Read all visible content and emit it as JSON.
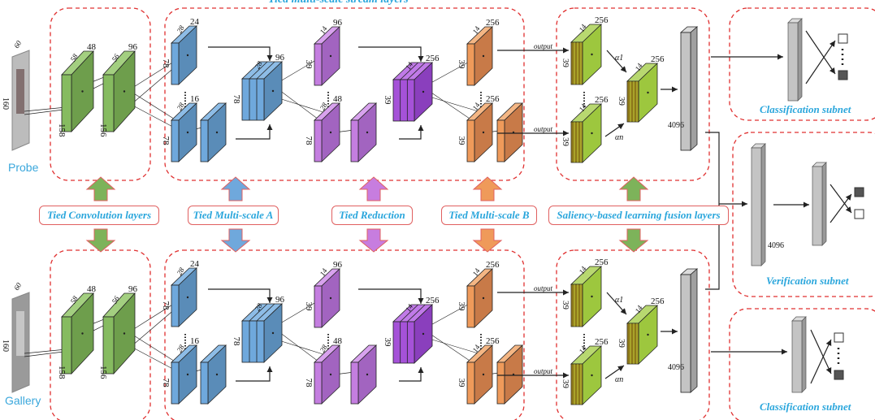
{
  "title": "Tied multi-scale stream layers",
  "inputs": {
    "probe": "Probe",
    "gallery": "Gallery",
    "width": "60",
    "height": "160"
  },
  "tags": [
    {
      "label": "Tied Convolution layers",
      "color": "#7db35a"
    },
    {
      "label": "Tied Multi-scale A",
      "color": "#6fa8dc"
    },
    {
      "label": "Tied Reduction",
      "color": "#c77ddf"
    },
    {
      "label": "Tied Multi-scale B",
      "color": "#ef9a5a"
    },
    {
      "label": "Saliency-based learning fusion layers",
      "color": "#7db35a"
    }
  ],
  "blocks": [
    {
      "c": "48",
      "d": "58",
      "h": "158",
      "color": "green"
    },
    {
      "c": "96",
      "d": "56",
      "h": "156",
      "color": "green"
    },
    {
      "c": "24",
      "d": "28",
      "h": "78",
      "color": "blue"
    },
    {
      "c": "16",
      "d": "28",
      "h": "78",
      "color": "blue"
    },
    {
      "c": "",
      "d": "",
      "h": "",
      "color": "blue"
    },
    {
      "c": "96",
      "d": "28",
      "h": "78",
      "color": "blue"
    },
    {
      "c": "96",
      "d": "14",
      "h": "39",
      "color": "purple"
    },
    {
      "c": "48",
      "d": "28",
      "h": "78",
      "color": "purple"
    },
    {
      "c": "",
      "d": "",
      "h": "",
      "color": "purple"
    },
    {
      "c": "256",
      "d": "14",
      "h": "39",
      "color": "violet"
    },
    {
      "c": "256",
      "d": "14",
      "h": "39",
      "color": "orange"
    },
    {
      "c": "256",
      "d": "14",
      "h": "39",
      "color": "orange"
    },
    {
      "c": "",
      "d": "",
      "h": "",
      "color": "orange"
    },
    {
      "c": "256",
      "d": "14",
      "h": "39",
      "color": "lime"
    },
    {
      "c": "256",
      "d": "14",
      "h": "39",
      "color": "lime"
    },
    {
      "c": "256",
      "d": "14",
      "h": "39",
      "color": "lime"
    },
    {
      "c": "",
      "d": "",
      "h": "4096",
      "color": "gray"
    }
  ],
  "output_label": "output",
  "alpha_1": "α1",
  "alpha_n": "αn",
  "subnets": {
    "classification_top": "Classification subnet",
    "verification": "Verification subnet",
    "classification_bottom": "Classification subnet",
    "verification_fc": "4096"
  },
  "colors": {
    "green": [
      "#86bb60",
      "#6e9e4c",
      "#a3cf80"
    ],
    "blue": [
      "#6fa8dc",
      "#5a8cb8",
      "#8dbce6"
    ],
    "purple": [
      "#c47ee0",
      "#a264c0",
      "#d8a2ee"
    ],
    "violet": [
      "#a552d8",
      "#8a3fbd",
      "#c07ae8"
    ],
    "orange": [
      "#ef9a5a",
      "#c87a48",
      "#f4b684"
    ],
    "lime": [
      "#8a7a20",
      "#9dc73e",
      "#b8d870"
    ],
    "gray": [
      "#c4c4c4",
      "#a0a0a0",
      "#dcdcdc"
    ],
    "dash": "#e03030",
    "accent": "#2aa6dc"
  }
}
